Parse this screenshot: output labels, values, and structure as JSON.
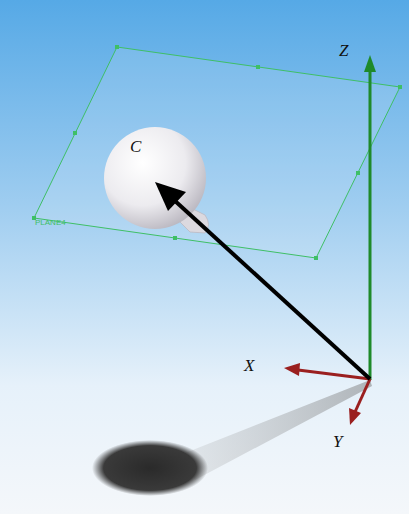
{
  "diagram": {
    "labels": [
      "C",
      "PLANE4",
      "Z",
      "X",
      "Y"
    ]
  }
}
